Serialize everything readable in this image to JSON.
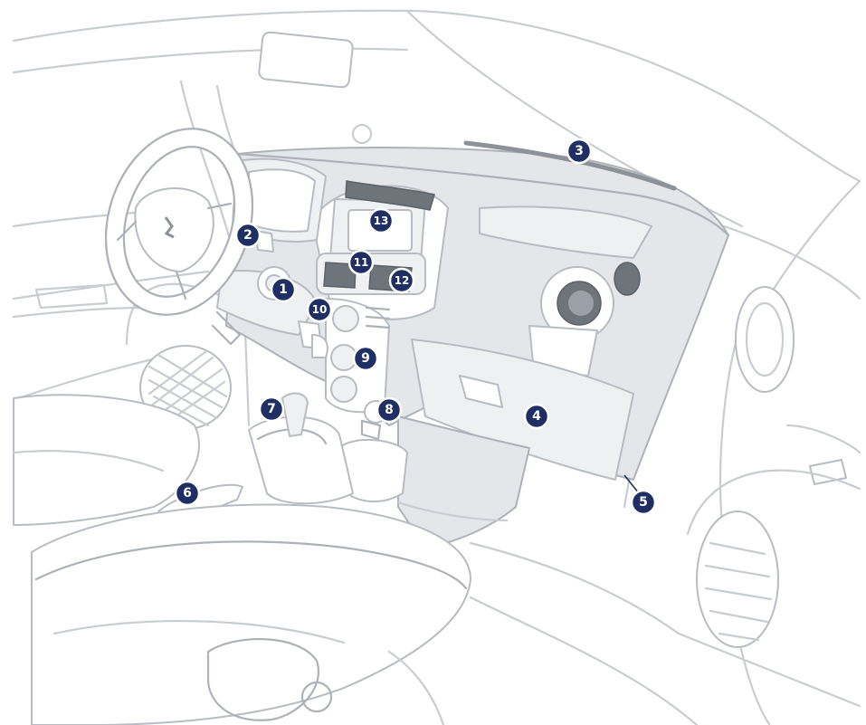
{
  "colors": {
    "callout_fill": "#1f2f63",
    "callout_text": "#ffffff",
    "outline": "#c9ccd1",
    "panel": "#e4e6e9"
  },
  "callouts": [
    {
      "id": "1",
      "label": "1",
      "part": "headlamp-control-dial"
    },
    {
      "id": "2",
      "label": "2",
      "part": "steering-column-stalk"
    },
    {
      "id": "3",
      "label": "3",
      "part": "windscreen-demist-vent"
    },
    {
      "id": "4",
      "label": "4",
      "part": "glove-box"
    },
    {
      "id": "5",
      "label": "5",
      "part": "passenger-side-switch"
    },
    {
      "id": "6",
      "label": "6",
      "part": "parking-brake-lever"
    },
    {
      "id": "7",
      "label": "7",
      "part": "gear-lever"
    },
    {
      "id": "8",
      "label": "8",
      "part": "accessory-socket"
    },
    {
      "id": "9",
      "label": "9",
      "part": "heating-ventilation-controls"
    },
    {
      "id": "10",
      "label": "10",
      "part": "central-switch-panel"
    },
    {
      "id": "11",
      "label": "11",
      "part": "hazard-warning-switch"
    },
    {
      "id": "12",
      "label": "12",
      "part": "central-air-vents"
    },
    {
      "id": "13",
      "label": "13",
      "part": "audio-system-display"
    }
  ]
}
